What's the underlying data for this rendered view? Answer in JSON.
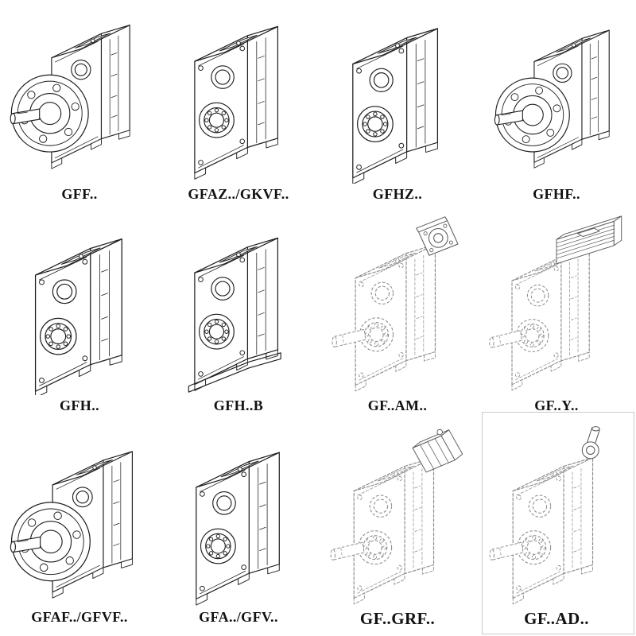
{
  "page": {
    "background": "#ffffff",
    "line_color": "#1f1f1f",
    "phantom_line_color": "#8e8e8e",
    "frame_color": "#c9c9c9"
  },
  "catalog": {
    "cells": [
      {
        "label": "GFF..",
        "drawing": "gearbox-output-flange-solid-drawing"
      },
      {
        "label": "GFAZ../GKVF..",
        "drawing": "gearbox-hollow-shaft-solid-drawing"
      },
      {
        "label": "GFHZ..",
        "drawing": "gearbox-hollow-shaft-solid-drawing"
      },
      {
        "label": "GFHF..",
        "drawing": "gearbox-output-flange-solid-drawing"
      },
      {
        "label": "GFH..",
        "drawing": "gearbox-hollow-shaft-solid-drawing"
      },
      {
        "label": "GFH..B",
        "drawing": "gearbox-hollow-shaft-base-solid-drawing"
      },
      {
        "label": "GF..AM..",
        "drawing": "gearbox-phantom-iec-adapter-drawing"
      },
      {
        "label": "GF..Y..",
        "drawing": "gearbox-phantom-motor-drawing"
      },
      {
        "label": "GFAF../GFVF..",
        "drawing": "gearbox-output-flange-solid-drawing"
      },
      {
        "label": "GFA../GFV..",
        "drawing": "gearbox-hollow-shaft-solid-drawing"
      },
      {
        "label": "GF..GRF..",
        "drawing": "gearbox-phantom-adapter-drawing"
      },
      {
        "label": "GF..AD..",
        "drawing": "gearbox-phantom-input-shaft-drawing"
      }
    ]
  }
}
